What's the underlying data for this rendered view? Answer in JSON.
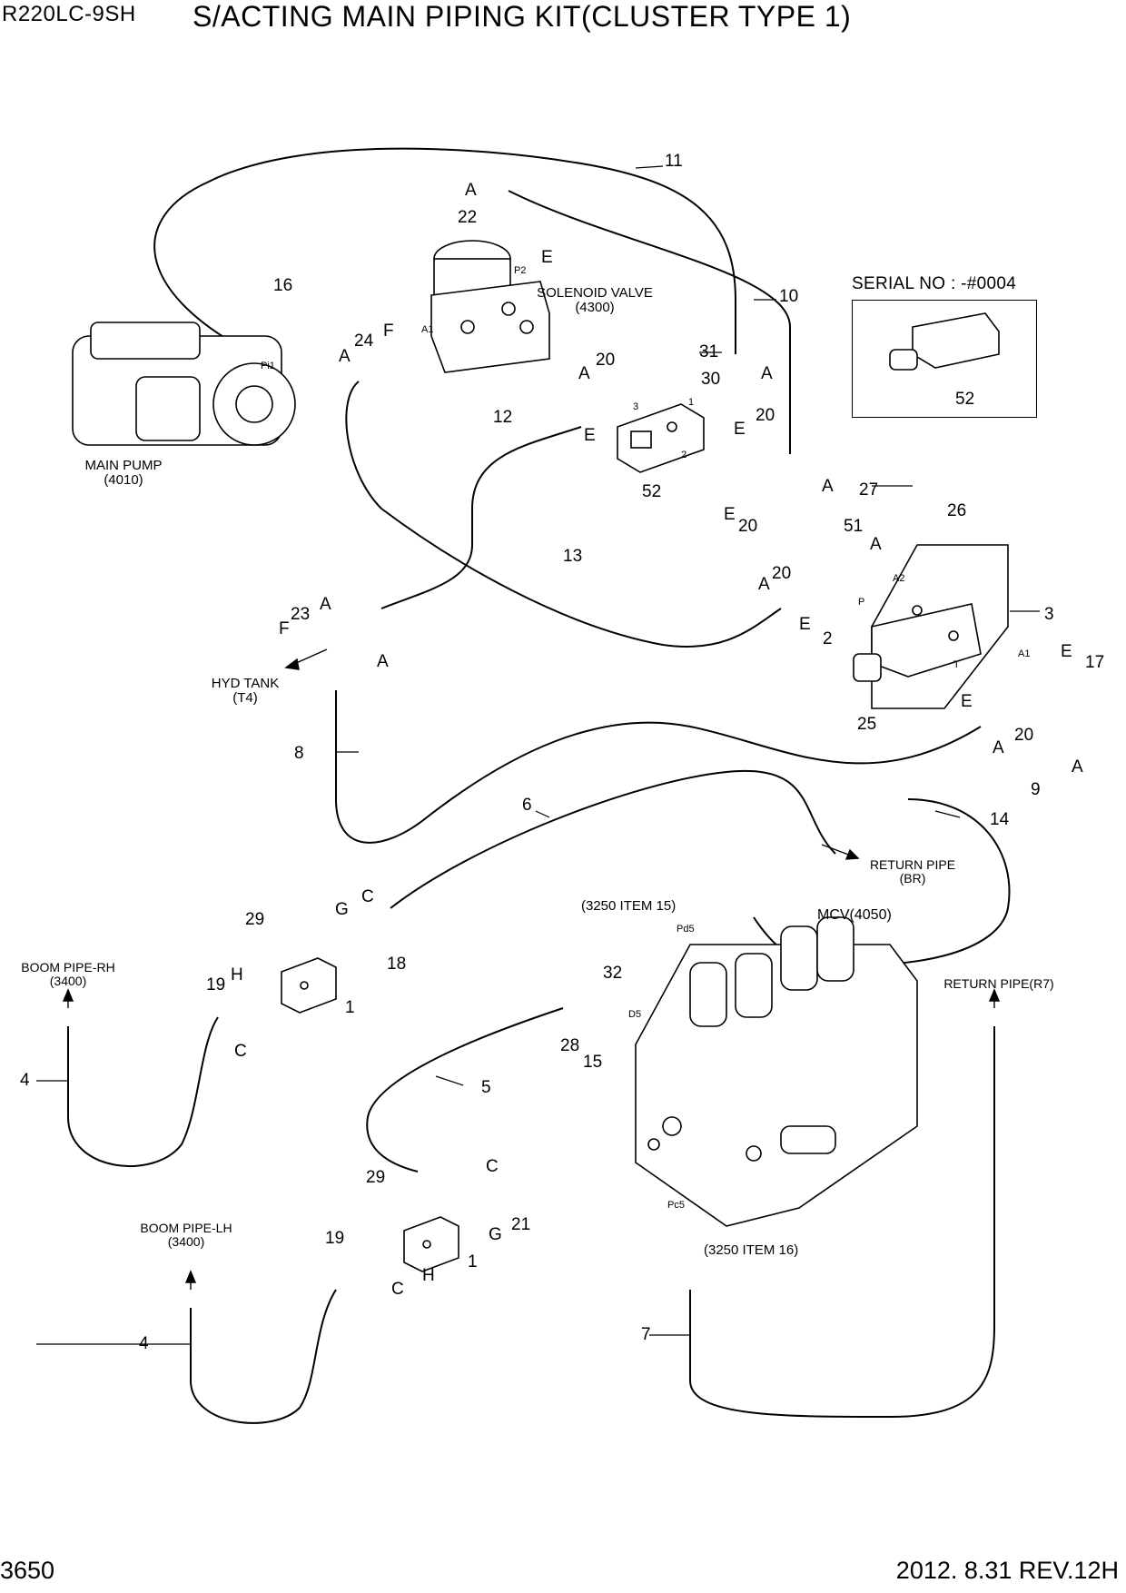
{
  "header": {
    "model": "R220LC-9SH",
    "title": "S/ACTING MAIN PIPING KIT(CLUSTER TYPE 1)"
  },
  "footer": {
    "page": "3650",
    "date_rev": "2012. 8.31  REV.12H"
  },
  "serial_box": {
    "title": "SERIAL NO : -#0004",
    "part": "52"
  },
  "components": {
    "main_pump": "MAIN PUMP\n(4010)",
    "solenoid_valve": "SOLENOID VALVE\n(4300)",
    "hyd_tank": "HYD TANK\n(T4)",
    "mcv": "MCV(4050)",
    "return_pipe_br": "RETURN PIPE\n(BR)",
    "return_pipe_r7": "RETURN PIPE(R7)",
    "boom_pipe_rh": "BOOM PIPE-RH\n(3400)",
    "boom_pipe_lh": "BOOM PIPE-LH\n(3400)",
    "item15_ref": "(3250 ITEM 15)",
    "item16_ref": "(3250 ITEM 16)"
  },
  "ports": [
    "P2",
    "A1",
    "Pi1",
    "3",
    "1",
    "2",
    "A2",
    "P",
    "T",
    "A1",
    "Pd5",
    "D5",
    "Pc5"
  ],
  "callouts": [
    "11",
    "A",
    "22",
    "E",
    "16",
    "10",
    "24",
    "F",
    "A",
    "31",
    "30",
    "A",
    "20",
    "A",
    "E",
    "20",
    "E",
    "12",
    "52",
    "E",
    "20",
    "A",
    "27",
    "26",
    "51",
    "A",
    "3",
    "20",
    "A",
    "E",
    "2",
    "13",
    "23",
    "A",
    "F",
    "A",
    "E",
    "17",
    "E",
    "20",
    "A",
    "25",
    "A",
    "9",
    "8",
    "14",
    "6",
    "29",
    "G",
    "C",
    "18",
    "19",
    "H",
    "1",
    "C",
    "4",
    "32",
    "28",
    "15",
    "5",
    "29",
    "C",
    "21",
    "G",
    "19",
    "H",
    "1",
    "C",
    "4",
    "7"
  ]
}
